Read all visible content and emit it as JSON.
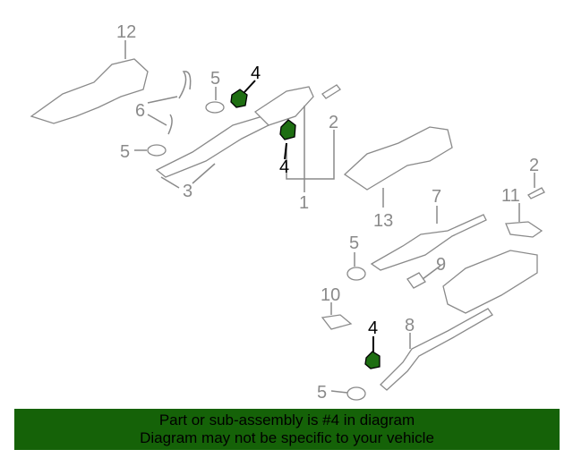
{
  "diagram": {
    "callouts": [
      "12",
      "5",
      "4",
      "6",
      "5",
      "3",
      "2",
      "4",
      "1",
      "13",
      "7",
      "2",
      "11",
      "5",
      "9",
      "10",
      "4",
      "8",
      "5"
    ],
    "highlight_part": "4",
    "highlight_color": "#1e6e12"
  },
  "banner": {
    "line1": "Part or sub-assembly is #4 in diagram",
    "line2": "Diagram may not be specific to your vehicle",
    "color": "#156208"
  }
}
